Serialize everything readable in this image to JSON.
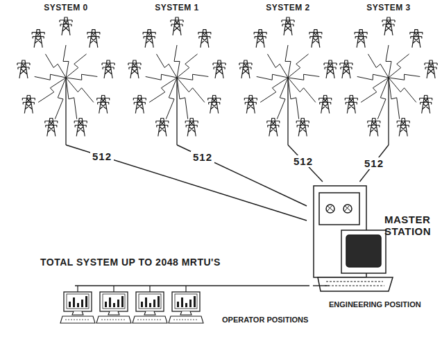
{
  "diagram": {
    "nodes": [
      {
        "text": [
          "SYSTEM 0"
        ]
      },
      {
        "text": [
          "SYSTEM 1"
        ]
      },
      {
        "text": [
          "SYSTEM 2"
        ]
      },
      {
        "text": [
          "SYSTEM 3"
        ]
      },
      {
        "text": [
          "MASTER STATION"
        ]
      },
      {
        "text": [
          "ENGINEERING POSITION"
        ]
      },
      {
        "text": [
          "OPERATOR POSITIONS"
        ]
      }
    ],
    "edges": [
      {
        "from": 0,
        "to": 4,
        "label": "512",
        "arrow": "none"
      },
      {
        "from": 1,
        "to": 4,
        "label": "512",
        "arrow": "none"
      },
      {
        "from": 2,
        "to": 4,
        "label": "512",
        "arrow": "none"
      },
      {
        "from": 3,
        "to": 4,
        "label": "512",
        "arrow": "none"
      },
      {
        "from": 6,
        "to": 5,
        "arrow": "none"
      }
    ],
    "labels": [
      "TOTAL SYSTEM UP TO 2048 MRTU'S"
    ]
  }
}
